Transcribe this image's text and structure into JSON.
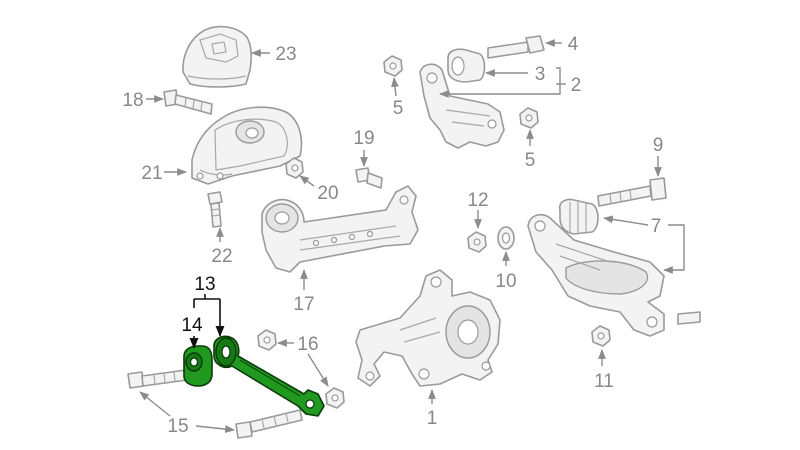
{
  "callouts": {
    "c1": "1",
    "c2": "2",
    "c3": "3",
    "c4": "4",
    "c5a": "5",
    "c5b": "5",
    "c7": "7",
    "c9": "9",
    "c10": "10",
    "c11": "11",
    "c12": "12",
    "c13": "13",
    "c14": "14",
    "c15": "15",
    "c16": "16",
    "c17": "17",
    "c18": "18",
    "c19": "19",
    "c20": "20",
    "c21": "21",
    "c22": "22",
    "c23": "23"
  },
  "colors": {
    "highlight": "#1f9a1f",
    "outline": "#9a9a9a",
    "label": "#888888",
    "label_highlight": "#111111"
  }
}
